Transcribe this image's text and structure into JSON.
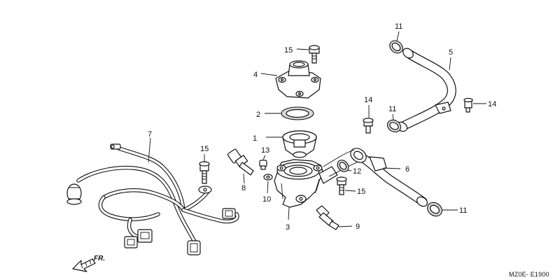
{
  "diagram_code": "MZ0E- E1900",
  "direction_label": "FR.",
  "callouts": [
    "1",
    "2",
    "3",
    "4",
    "5",
    "6",
    "7",
    "8",
    "9",
    "10",
    "11",
    "11",
    "11",
    "12",
    "13",
    "14",
    "14",
    "15",
    "15",
    "15"
  ]
}
